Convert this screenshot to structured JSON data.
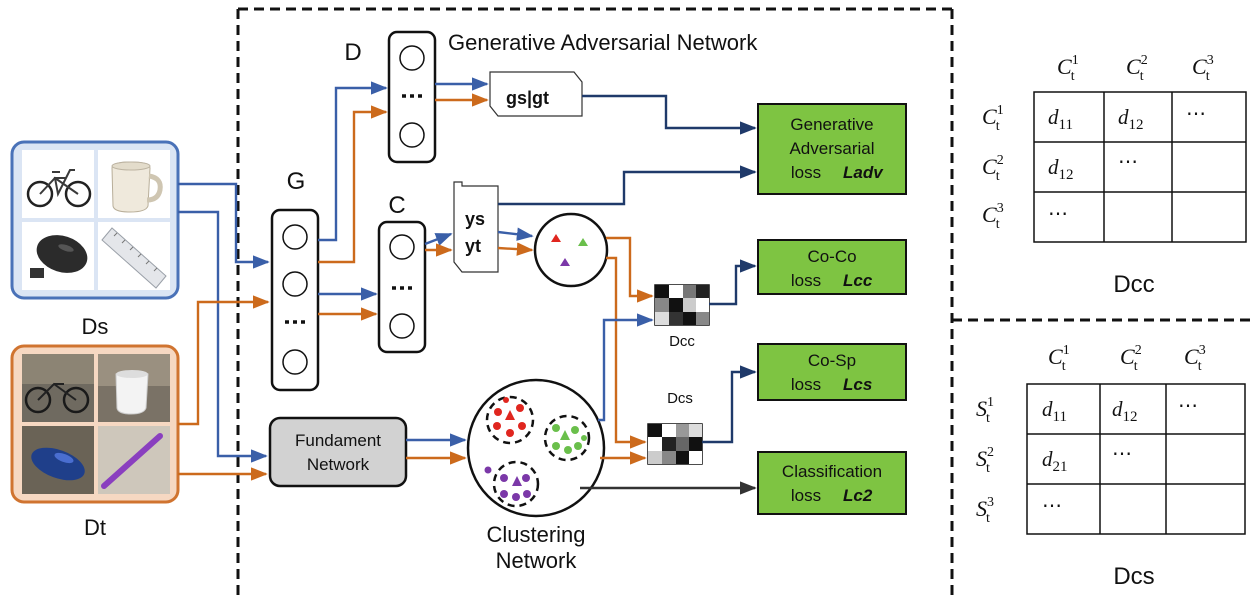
{
  "frame": {
    "title": "Generative Adversarial Network"
  },
  "inputs": {
    "source_label": "Ds",
    "target_label": "Dt"
  },
  "modules": {
    "g_label": "G",
    "d_label": "D",
    "c_label": "C",
    "fundament_line1": "Fundament",
    "fundament_line2": "Network",
    "clustering_line1": "Clustering",
    "clustering_line2": "Network",
    "gsgt_label": "gs|gt",
    "ys_label": "ys",
    "yt_label": "yt",
    "ellipsis": "…",
    "dcc_small": "Dcc",
    "dcs_small": "Dcs"
  },
  "losses": [
    {
      "lines": [
        "Generative",
        "Adversarial",
        "loss"
      ],
      "symbol": "Ladv"
    },
    {
      "lines": [
        "Co-Co",
        "loss"
      ],
      "symbol": "Lcc"
    },
    {
      "lines": [
        "Co-Sp",
        "loss"
      ],
      "symbol": "Lcs"
    },
    {
      "lines": [
        "Classification",
        "loss"
      ],
      "symbol": "Lc2"
    }
  ],
  "dcc_table": {
    "caption": "Dcc",
    "col_headers": [
      "C",
      "C",
      "C"
    ],
    "col_sup": [
      "1",
      "2",
      "3"
    ],
    "col_sub": [
      "t",
      "t",
      "t"
    ],
    "row_headers": [
      "C",
      "C",
      "C"
    ],
    "row_sup": [
      "1",
      "2",
      "3"
    ],
    "row_sub": [
      "t",
      "t",
      "t"
    ],
    "cells": [
      [
        "d11",
        "d12",
        "⋯"
      ],
      [
        "d12",
        "⋯",
        ""
      ],
      [
        "⋯",
        "",
        ""
      ]
    ]
  },
  "dcs_table": {
    "caption": "Dcs",
    "col_headers": [
      "C",
      "C",
      "C"
    ],
    "col_sup": [
      "1",
      "2",
      "3"
    ],
    "col_sub": [
      "t",
      "t",
      "t"
    ],
    "row_headers": [
      "S",
      "S",
      "S"
    ],
    "row_sup": [
      "1",
      "2",
      "3"
    ],
    "row_sub": [
      "t",
      "t",
      "t"
    ],
    "cells": [
      [
        "d11",
        "d12",
        "⋯"
      ],
      [
        "d21",
        "⋯",
        ""
      ],
      [
        "⋯",
        "",
        ""
      ]
    ]
  },
  "colors": {
    "blue": "#3a5fa8",
    "orange": "#cc6a1c",
    "navy": "#1f3a6a",
    "loss_fill": "#7ec442",
    "source_border": "#4a72b8",
    "target_border": "#d07430",
    "fundament_fill": "#d2d2d2"
  }
}
